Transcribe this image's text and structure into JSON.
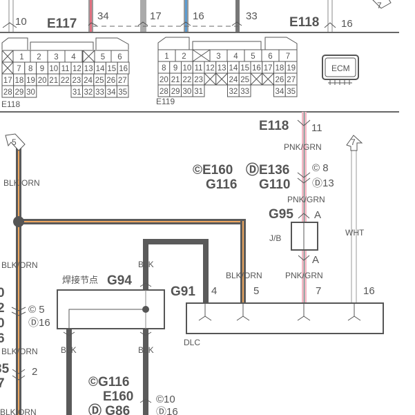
{
  "top": {
    "e117_label": "E117",
    "e118_label": "E118",
    "pins": [
      "10",
      "34",
      "17",
      "16",
      "33",
      "16"
    ],
    "arrow_7": "7"
  },
  "e118_connector": {
    "label": "E118",
    "rows": [
      [
        "1",
        "2",
        "3",
        "4",
        "5",
        "6"
      ],
      [
        "7",
        "8",
        "9",
        "10",
        "11",
        "12",
        "13",
        "14",
        "15",
        "16"
      ],
      [
        "17",
        "18",
        "19",
        "20",
        "21",
        "22",
        "23",
        "24",
        "25",
        "26",
        "27"
      ],
      [
        "28",
        "29",
        "30",
        "31",
        "32",
        "33",
        "34",
        "35"
      ]
    ]
  },
  "e119_connector": {
    "label": "E119",
    "rows": [
      [
        "1",
        "2",
        "3",
        "4",
        "5",
        "6",
        "7"
      ],
      [
        "8",
        "9",
        "10",
        "11",
        "12",
        "13",
        "14",
        "15",
        "16",
        "17",
        "18",
        "19"
      ],
      [
        "20",
        "21",
        "22",
        "23",
        "24",
        "25",
        "26",
        "27"
      ],
      [
        "28",
        "29",
        "30",
        "31",
        "32",
        "33",
        "34",
        "35"
      ]
    ]
  },
  "ecm": {
    "label": "ECM"
  },
  "right": {
    "e118": "E118",
    "e118_pin": "11",
    "wire1": "PNK/GRN",
    "c_e160": "©E160",
    "g116": "G116",
    "d_e136": "ⒹE136",
    "g110": "G110",
    "c8": "© 8",
    "d13": "Ⓓ13",
    "wire2": "PNK/GRN",
    "g95": "G95",
    "pin_a_top": "A",
    "jb": "J/B",
    "pin_a_bottom": "A",
    "wire3": "PNK/GRN",
    "wht": "WHT",
    "arrow_7": "7"
  },
  "left": {
    "arrow_5": "5",
    "wire_a": "BLK/ORN",
    "wire_b": "BLK/ORN",
    "wire_c": "BLK/ORN",
    "wire_d": "BLK/ORN",
    "cut_a": "0",
    "cut_b": "2",
    "cut_c": "0",
    "cut_d": "6",
    "cut_e": "35",
    "cut_f": "7",
    "c5": "© 5",
    "d16": "Ⓓ16",
    "pin2": "2"
  },
  "middle": {
    "splice_label": "焊接节点",
    "g94": "G94",
    "g91": "G91",
    "blk_top": "BLK",
    "blk_left": "BLK",
    "blk_right": "BLK",
    "blk_orn": "BLK/ORN",
    "c_g116": "©G116",
    "e160": "E160",
    "d_g86": "Ⓓ G86",
    "c10": "©10",
    "d16": "Ⓓ16"
  },
  "dlc": {
    "label": "DLC",
    "pins": [
      "4",
      "5",
      "7",
      "16"
    ]
  }
}
